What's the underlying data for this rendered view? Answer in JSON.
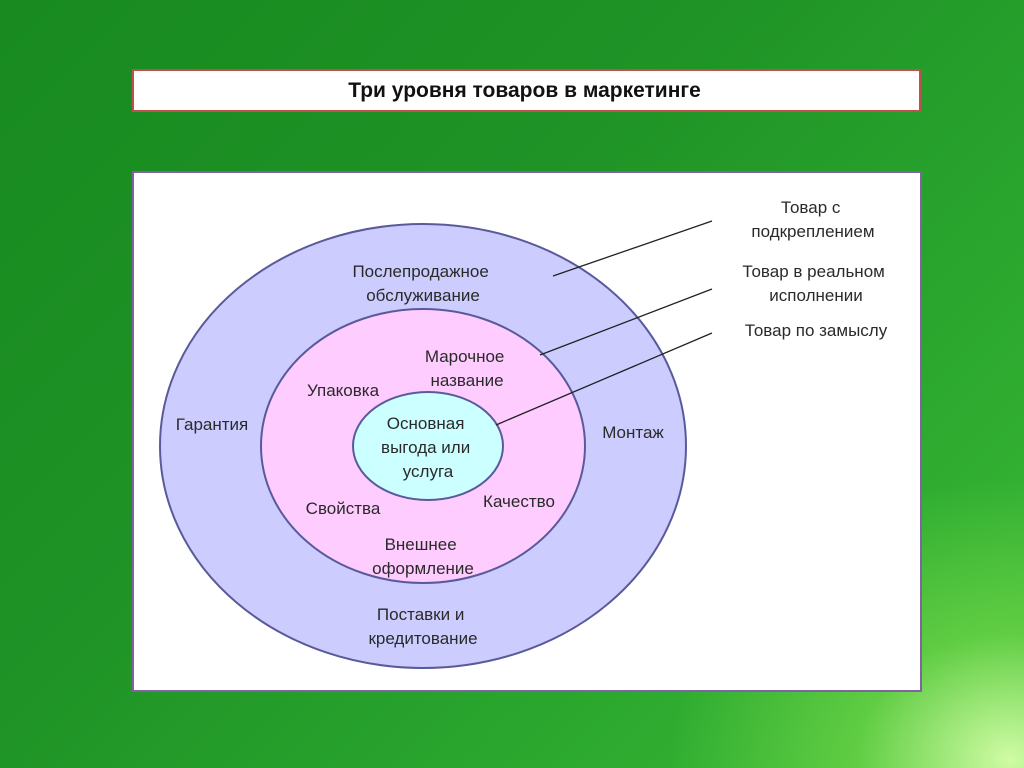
{
  "title": "Три уровня товаров в маркетинге",
  "colors": {
    "outer_ring": "#ccccff",
    "middle_ring": "#ffccff",
    "core": "#ccffff",
    "ring_stroke": "#5a5a9a",
    "title_border": "#c0504d",
    "panel_border": "#8064a2"
  },
  "levels": {
    "augmented": {
      "label_line1": "Товар с",
      "label_line2": "подкреплением",
      "items": {
        "after_sales_line1": "Послепродажное",
        "after_sales_line2": "обслуживание",
        "warranty": "Гарантия",
        "installation": "Монтаж",
        "delivery_line1": "Поставки и",
        "delivery_line2": "кредитование"
      }
    },
    "actual": {
      "label_line1": "Товар в реальном",
      "label_line2": "исполнении",
      "items": {
        "brand_line1": "Марочное",
        "brand_line2": "название",
        "packaging": "Упаковка",
        "features": "Свойства",
        "quality": "Качество",
        "design_line1": "Внешнее",
        "design_line2": "оформление"
      }
    },
    "core": {
      "label": "Товар по замыслу",
      "items": {
        "benefit_line1": "Основная",
        "benefit_line2": "выгода или",
        "benefit_line3": "услуга"
      }
    }
  }
}
